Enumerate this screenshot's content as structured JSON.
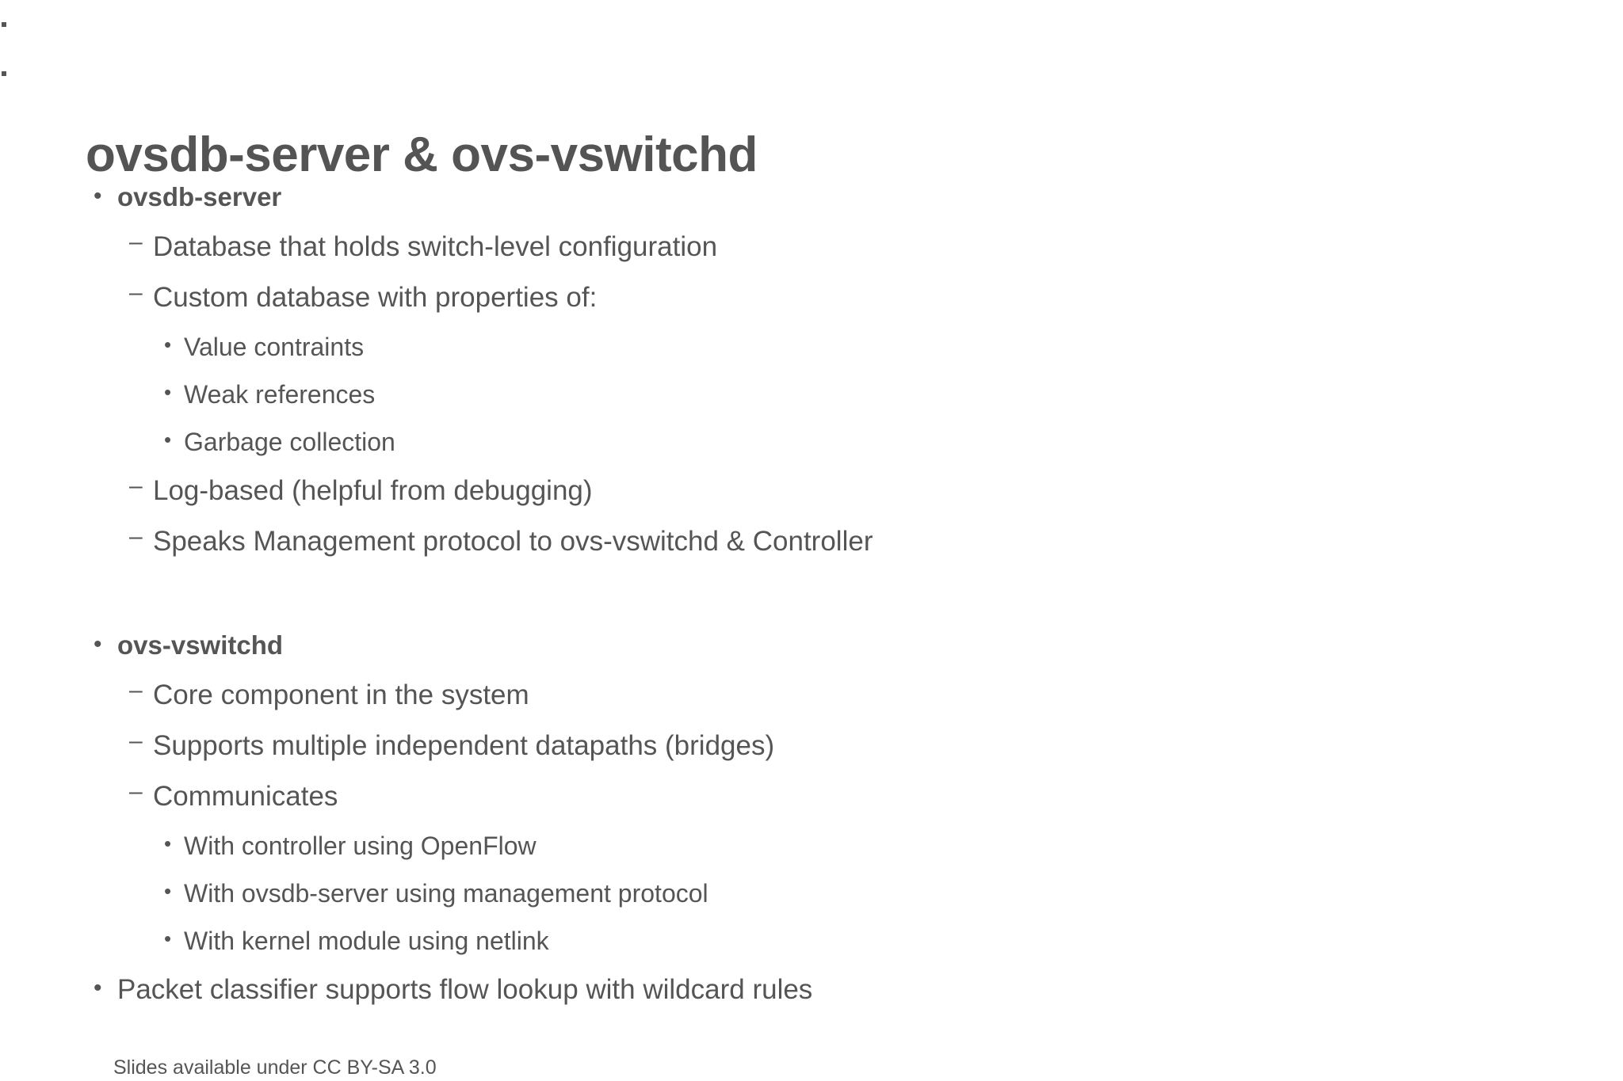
{
  "slide": {
    "title": "ovsdb-server & ovs-vswitchd",
    "footer_note": "Slides available under CC BY-SA 3.0",
    "text_color": "#555555",
    "title_color": "#545454",
    "background_color": "#ffffff",
    "bullet_glyphs": {
      "level1": "•",
      "level2": "–",
      "level3": "•"
    },
    "content": [
      {
        "level": 1,
        "bold": true,
        "text": "ovsdb-server"
      },
      {
        "level": 2,
        "bold": false,
        "text": "Database that holds switch-level configuration"
      },
      {
        "level": 2,
        "bold": false,
        "text": "Custom database with properties of:"
      },
      {
        "level": 3,
        "bold": false,
        "text": "Value contraints"
      },
      {
        "level": 3,
        "bold": false,
        "text": "Weak references"
      },
      {
        "level": 3,
        "bold": false,
        "text": "Garbage collection"
      },
      {
        "level": 2,
        "bold": false,
        "text": "Log-based (helpful from debugging)"
      },
      {
        "level": 2,
        "bold": false,
        "text": "Speaks Management protocol to ovs-vswitchd & Controller"
      },
      {
        "level": 0,
        "bold": false,
        "text": ""
      },
      {
        "level": 1,
        "bold": true,
        "text": "ovs-vswitchd"
      },
      {
        "level": 2,
        "bold": false,
        "text": "Core component in the system"
      },
      {
        "level": 2,
        "bold": false,
        "text": "Supports multiple independent datapaths (bridges)"
      },
      {
        "level": 2,
        "bold": false,
        "text": "Communicates"
      },
      {
        "level": 3,
        "bold": false,
        "text": "With controller using OpenFlow"
      },
      {
        "level": 3,
        "bold": false,
        "text": "With ovsdb-server using management protocol"
      },
      {
        "level": 3,
        "bold": false,
        "text": "With kernel module using netlink"
      },
      {
        "level": 1,
        "bold": false,
        "text": "Packet classifier supports flow lookup with wildcard rules"
      }
    ]
  }
}
